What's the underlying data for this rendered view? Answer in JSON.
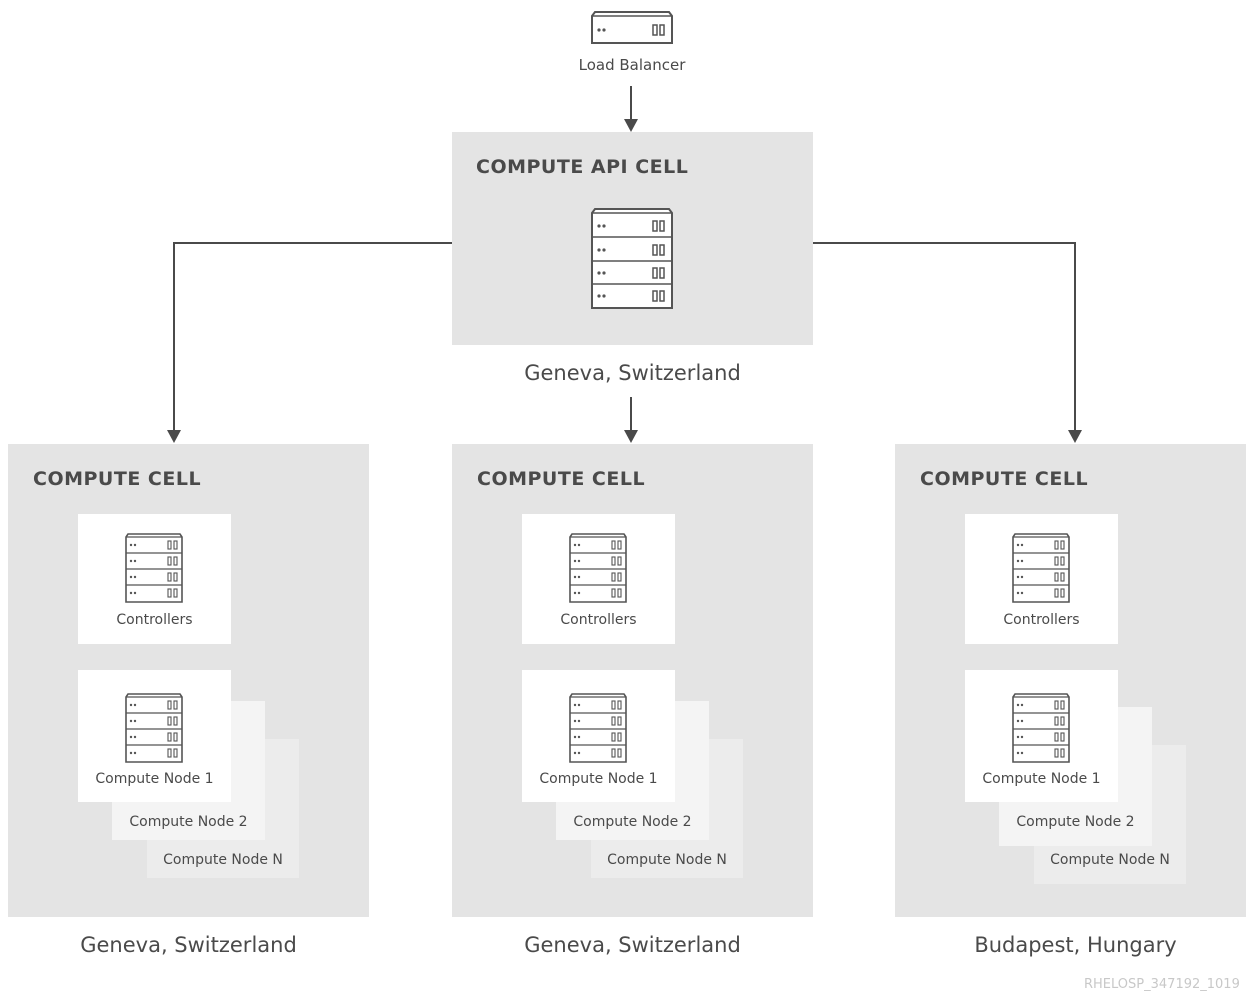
{
  "load_balancer": {
    "label": "Load Balancer"
  },
  "api_cell": {
    "title": "COMPUTE API CELL",
    "location": "Geneva, Switzerland"
  },
  "cells": [
    {
      "title": "COMPUTE CELL",
      "controllers_label": "Controllers",
      "nodes": [
        "Compute Node 1",
        "Compute Node 2",
        "Compute Node N"
      ],
      "location": "Geneva, Switzerland"
    },
    {
      "title": "COMPUTE CELL",
      "controllers_label": "Controllers",
      "nodes": [
        "Compute Node 1",
        "Compute Node 2",
        "Compute Node N"
      ],
      "location": "Geneva, Switzerland"
    },
    {
      "title": "COMPUTE CELL",
      "controllers_label": "Controllers",
      "nodes": [
        "Compute Node 1",
        "Compute Node 2",
        "Compute Node N"
      ],
      "location": "Budapest, Hungary"
    }
  ],
  "footer": "RHELOSP_347192_1019"
}
